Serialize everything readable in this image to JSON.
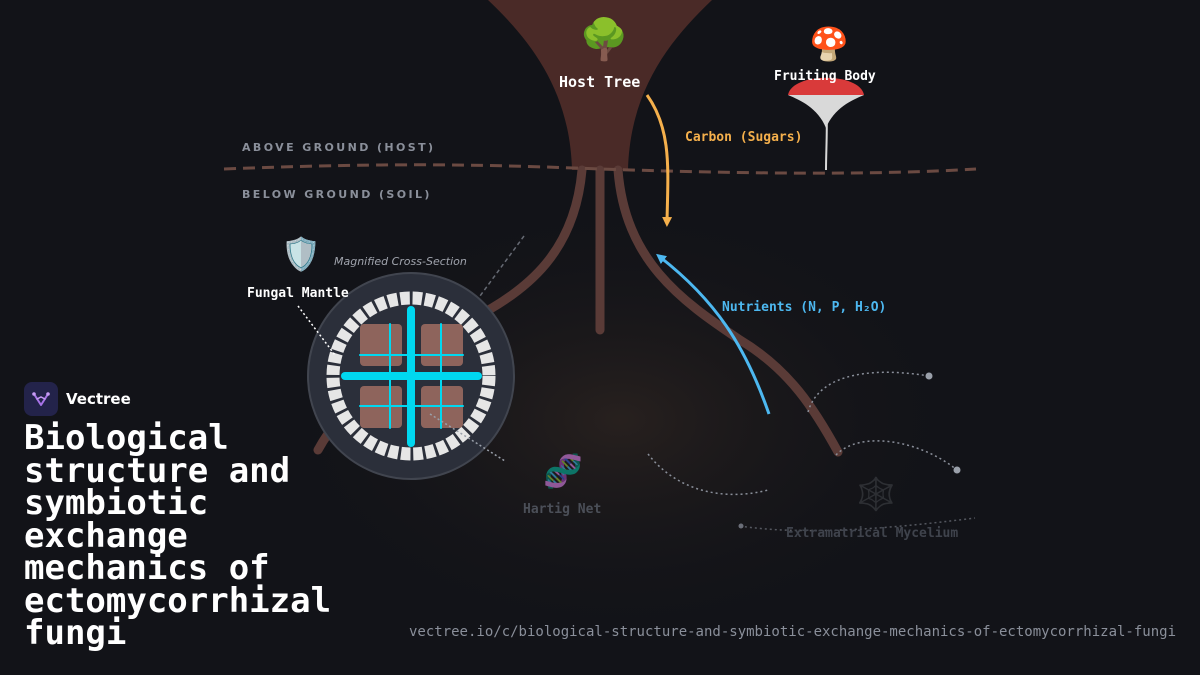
{
  "brand": {
    "name": "Vectree",
    "logo_icon": "vectree-logo-icon"
  },
  "title": "Biological structure and symbiotic exchange mechanics of ectomycorrhizal fungi",
  "url": "vectree.io/c/biological-structure-and-symbiotic-exchange-mechanics-of-ectomycorrhizal-fungi",
  "zones": {
    "above": "ABOVE GROUND (HOST)",
    "below": "BELOW GROUND (SOIL)"
  },
  "nodes": {
    "host_tree": {
      "label": "Host Tree",
      "icon": "🌳"
    },
    "fruiting_body": {
      "label": "Fruiting Body",
      "icon": "🍄"
    },
    "fungal_mantle": {
      "label": "Fungal Mantle",
      "icon": "🛡️"
    },
    "hartig_net": {
      "label": "Hartig Net",
      "icon": "🧬"
    },
    "mycelium": {
      "label": "Extramatrical Mycelium",
      "icon": "🕸️"
    }
  },
  "cross_section_label": "Magnified Cross-Section",
  "flows": {
    "carbon": {
      "label": "Carbon (Sugars)",
      "color": "#f5b04c"
    },
    "nutrients": {
      "label": "Nutrients (N, P, H₂O)",
      "color": "#4db8f0"
    }
  },
  "colors": {
    "background": "#121318",
    "trunk": "#4a2a27",
    "root": "#5a3b37",
    "soil_line": "#6b4a42",
    "cap": "#d93a3a",
    "hyphae": "#00d8f0",
    "mantle": "#e6e6e6"
  }
}
